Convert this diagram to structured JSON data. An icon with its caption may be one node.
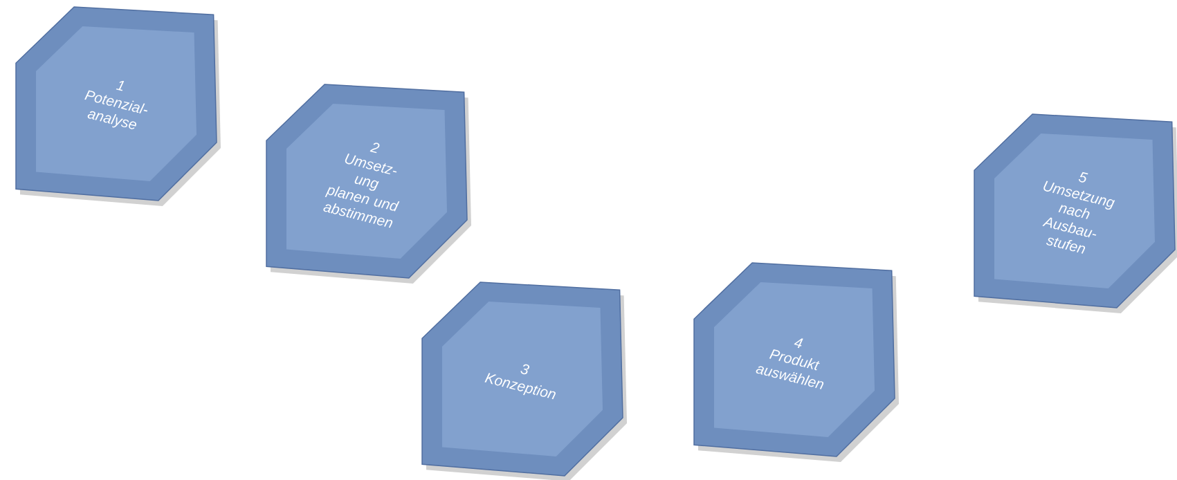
{
  "diagram": {
    "nodes": [
      {
        "text": [
          "1",
          "Potenzial- analyse"
        ]
      },
      {
        "text": [
          "2",
          "Umsetz- ung planen und abstimmen"
        ]
      },
      {
        "text": [
          "3",
          "Konzeption"
        ]
      },
      {
        "text": [
          "4",
          "Produkt auswählen"
        ]
      },
      {
        "text": [
          "5",
          "Umsetzung nach Ausbau- stufen"
        ]
      }
    ]
  }
}
